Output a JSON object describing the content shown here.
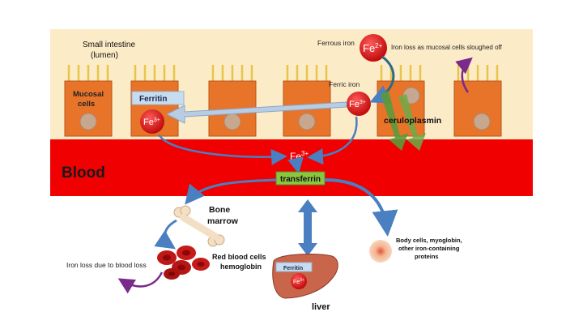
{
  "labels": {
    "small_intestine_line1": "Small intestine",
    "small_intestine_line2": "(lumen)",
    "mucosal_line1": "Mucosal",
    "mucosal_line2": "cells",
    "ferrous_iron": "Ferrous iron",
    "ferric_iron": "Ferric iron",
    "iron_loss_sloughed": "Iron loss as mucosal cells sloughed off",
    "ferritin": "Ferritin",
    "ceruloplasmin": "ceruloplasmin",
    "blood": "Blood",
    "transferrin": "transferrin",
    "bone_line1": "Bone",
    "bone_line2": "marrow",
    "rbc_line1": "Red blood cells",
    "rbc_line2": "hemoglobin",
    "iron_loss_blood": "Iron loss due to blood loss",
    "liver": "liver",
    "liver_ferritin": "Ferritin",
    "body_cells_line1": "Body cells, myoglobin,",
    "body_cells_line2": "other iron-containing",
    "body_cells_line3": "proteins"
  },
  "ions": {
    "fe_symbol": "Fe",
    "fe2_charge": "2+",
    "fe3_charge": "3+"
  },
  "colors": {
    "lumen": "#fcebc7",
    "blood": "#f00000",
    "cell_fill": "#e8742a",
    "cell_stroke": "#b9551a",
    "microvilli": "#e8c548",
    "nucleus": "#c7a78e",
    "ion_red": "#e11414",
    "ferritin_box": "#c8dcf0",
    "transferrin_box": "#8cc63f",
    "arrow_blue": "#4a7fc1",
    "arrow_purple": "#7a2a8a",
    "arrow_green": "#5a9a3a",
    "liver": "#c8654a"
  }
}
